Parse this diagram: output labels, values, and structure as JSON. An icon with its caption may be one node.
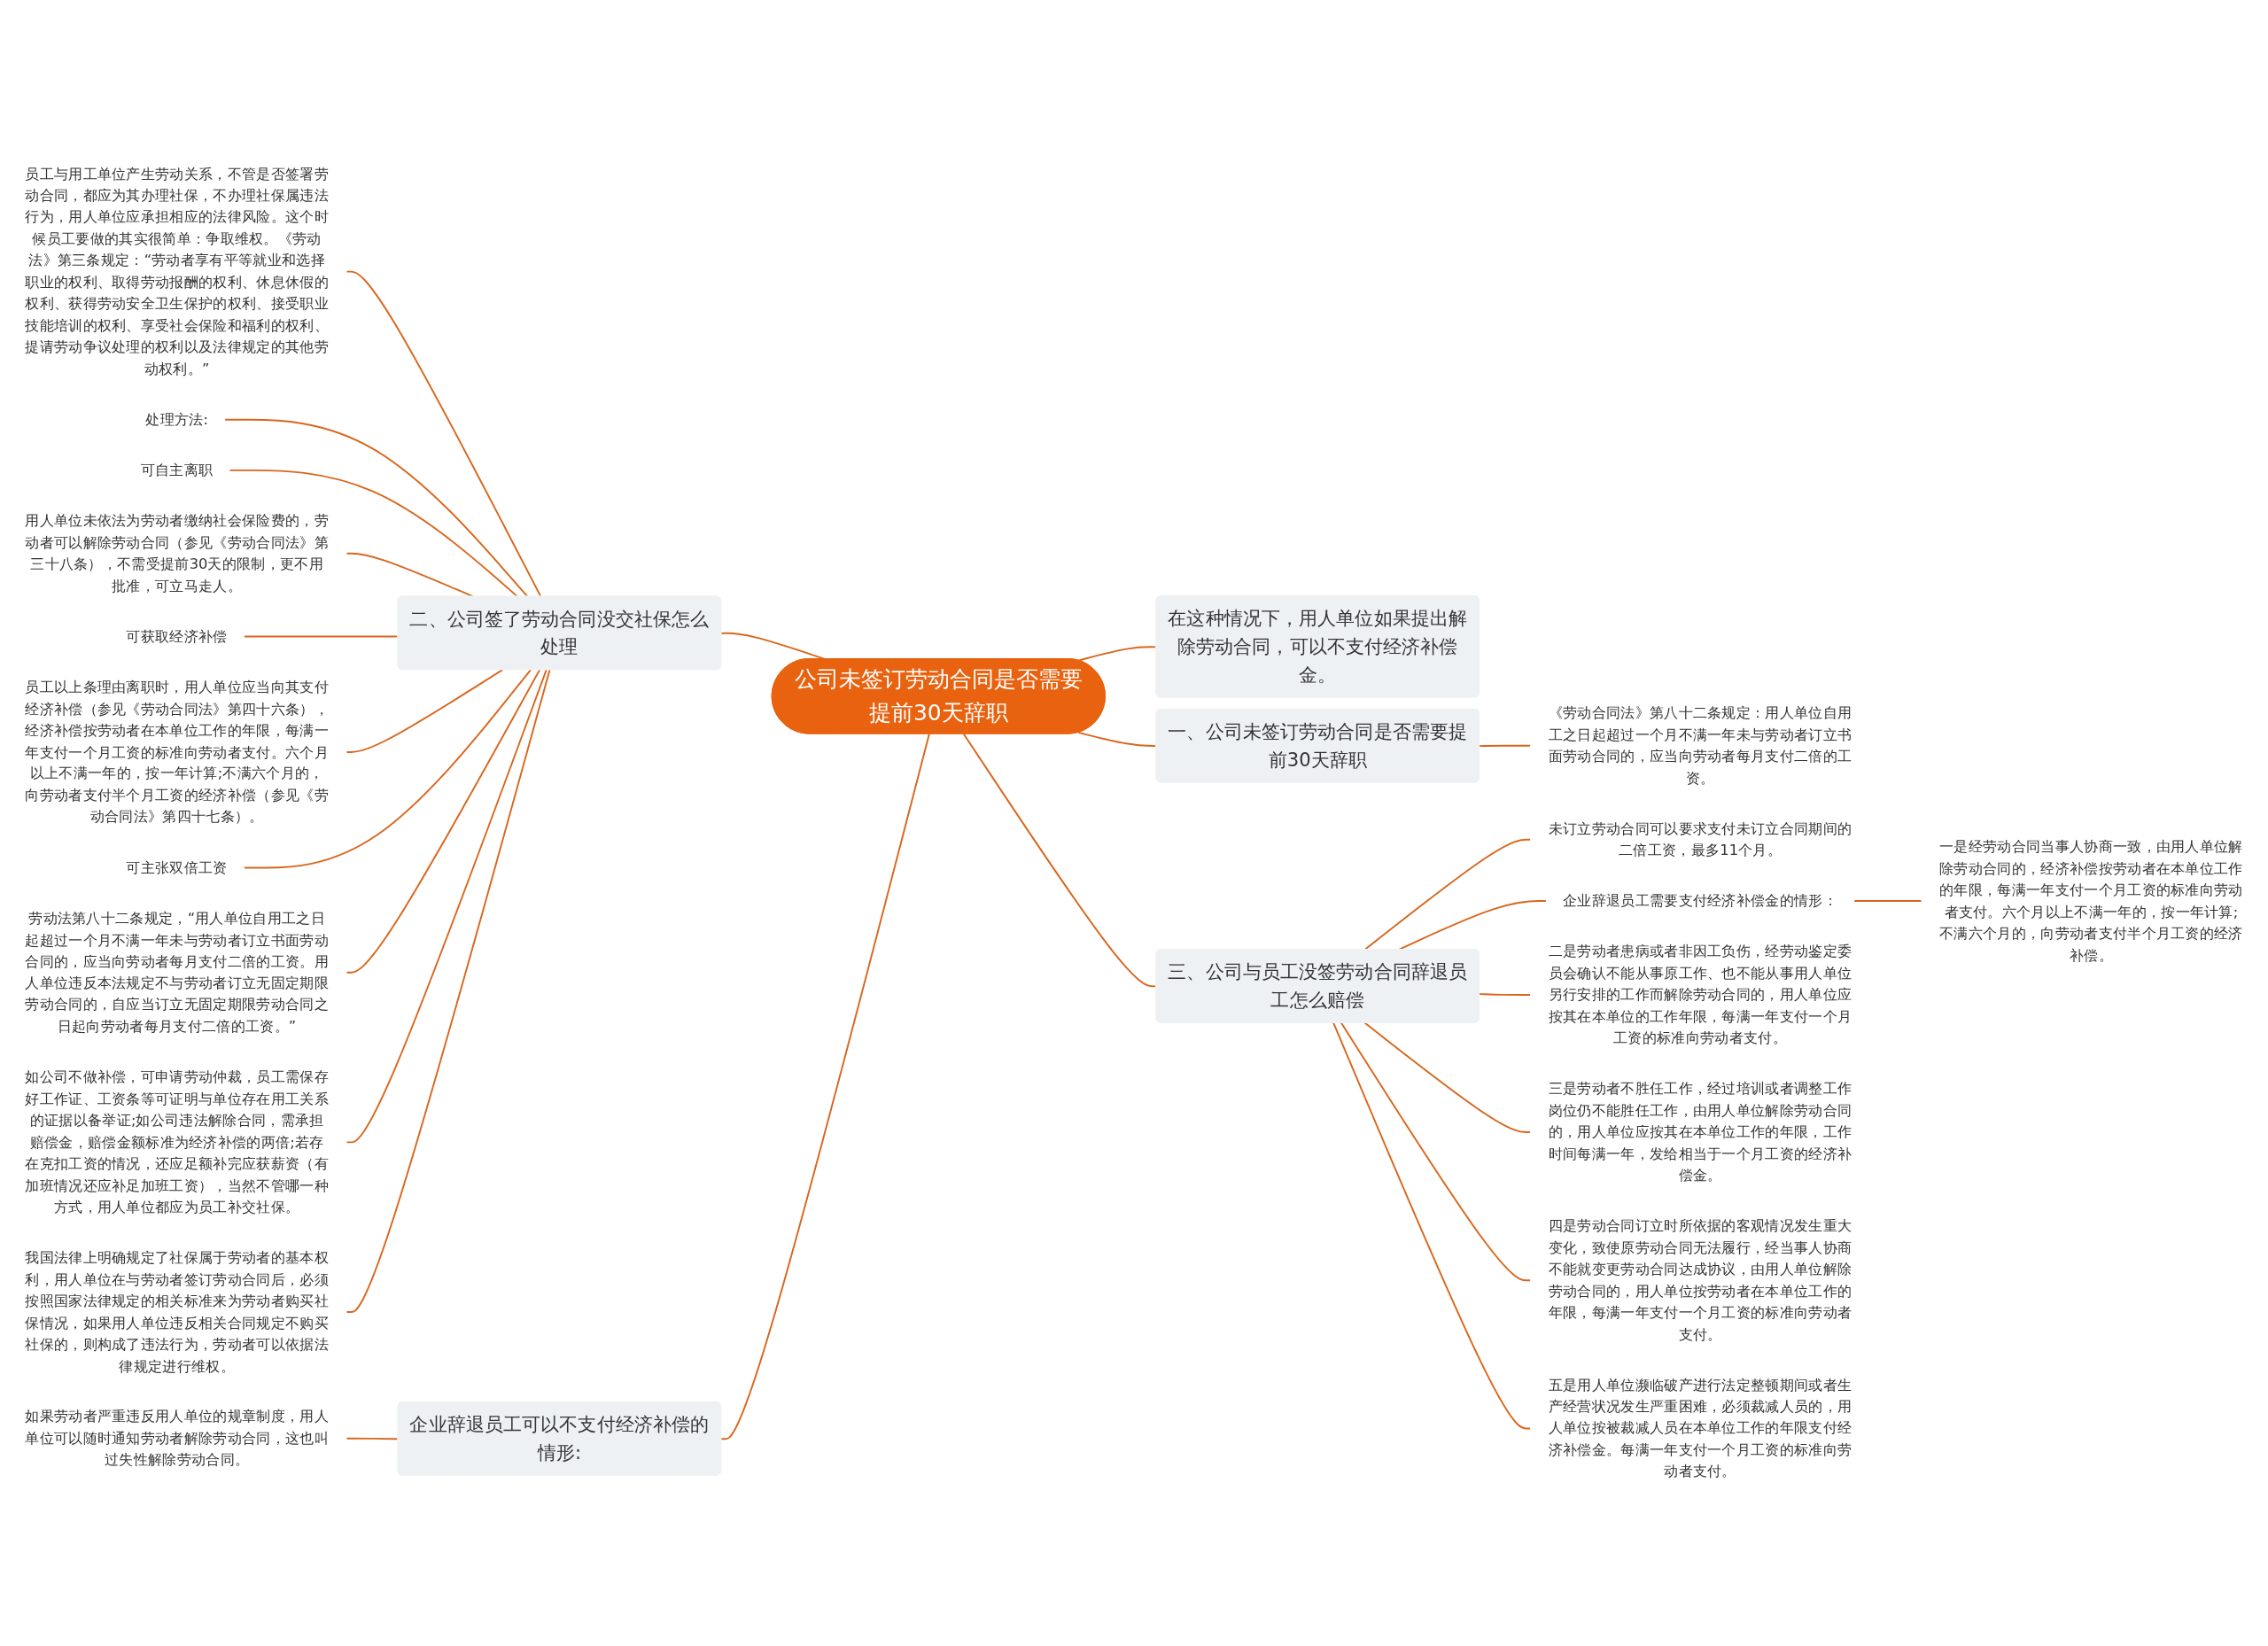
{
  "diagram": {
    "nodes": [
      {
        "text": [
          "公司未签订劳动合同是否需要提前30天辞职"
        ]
      },
      {
        "text": [
          "一、公司未签订劳动合同是否需要提前30天辞职"
        ]
      },
      {
        "text": [
          "《劳动合同法》第八十二条规定：用人单位自用工之日起超过一个月不满一年未与劳动者订立书面劳动合同的，应当向劳动者每月支付二倍的工资。"
        ]
      },
      {
        "text": [
          "二、公司签了劳动合同没交社保怎么处理"
        ]
      },
      {
        "text": [
          "员工与用工单位产生劳动关系，不管是否签署劳动合同，都应为其办理社保，不办理社保属违法行为，用人单位应承担相应的法律风险。这个时候员工要做的其实很简单：争取维权。《劳动法》第三条规定：“劳动者享有平等就业和选择职业的权利、取得劳动报酬的权利、休息休假的权利、获得劳动安全卫生保护的权利、接受职业技能培训的权利、享受社会保险和福利的权利、提请劳动争议处理的权利以及法律规定的其他劳动权利。”"
        ]
      },
      {
        "text": [
          "处理方法:"
        ]
      },
      {
        "text": [
          "可自主离职"
        ]
      },
      {
        "text": [
          "用人单位未依法为劳动者缴纳社会保险费的，劳动者可以解除劳动合同（参见《劳动合同法》第三十八条），不需受提前30天的限制，更不用批准，可立马走人。"
        ]
      },
      {
        "text": [
          "可获取经济补偿"
        ]
      },
      {
        "text": [
          "员工以上条理由离职时，用人单位应当向其支付经济补偿（参见《劳动合同法》第四十六条），经济补偿按劳动者在本单位工作的年限，每满一年支付一个月工资的标准向劳动者支付。六个月以上不满一年的，按一年计算;不满六个月的，向劳动者支付半个月工资的经济补偿（参见《劳动合同法》第四十七条）。"
        ]
      },
      {
        "text": [
          "可主张双倍工资"
        ]
      },
      {
        "text": [
          "劳动法第八十二条规定，“用人单位自用工之日起超过一个月不满一年未与劳动者订立书面劳动合同的，应当向劳动者每月支付二倍的工资。用人单位违反本法规定不与劳动者订立无固定期限劳动合同的，自应当订立无固定期限劳动合同之日起向劳动者每月支付二倍的工资。”"
        ]
      },
      {
        "text": [
          "如公司不做补偿，可申请劳动仲裁，员工需保存好工作证、工资条等可证明与单位存在用工关系的证据以备举证;如公司违法解除合同，需承担赔偿金，赔偿金额标准为经济补偿的两倍;若存在克扣工资的情况，还应足额补完应获薪资（有加班情况还应补足加班工资），当然不管哪一种方式，用人单位都应为员工补交社保。"
        ]
      },
      {
        "text": [
          "我国法律上明确规定了社保属于劳动者的基本权利，用人单位在与劳动者签订劳动合同后，必须按照国家法律规定的相关标准来为劳动者购买社保情况，如果用人单位违反相关合同规定不购买社保的，则构成了违法行为，劳动者可以依据法律规定进行维权。"
        ]
      },
      {
        "text": [
          "三、公司与员工没签劳动合同辞退员工怎么赔偿"
        ]
      },
      {
        "text": [
          "未订立劳动合同可以要求支付未订立合同期间的二倍工资，最多11个月。"
        ]
      },
      {
        "text": [
          "企业辞退员工需要支付经济补偿金的情形："
        ]
      },
      {
        "text": [
          "一是经劳动合同当事人协商一致，由用人单位解除劳动合同的，经济补偿按劳动者在本单位工作的年限，每满一年支付一个月工资的标准向劳动者支付。六个月以上不满一年的，按一年计算;不满六个月的，向劳动者支付半个月工资的经济补偿。"
        ]
      },
      {
        "text": [
          "二是劳动者患病或者非因工负伤，经劳动鉴定委员会确认不能从事原工作、也不能从事用人单位另行安排的工作而解除劳动合同的，用人单位应按其在本单位的工作年限，每满一年支付一个月工资的标准向劳动者支付。"
        ]
      },
      {
        "text": [
          "三是劳动者不胜任工作，经过培训或者调整工作岗位仍不能胜任工作，由用人单位解除劳动合同的，用人单位应按其在本单位工作的年限，工作时间每满一年，发给相当于一个月工资的经济补偿金。"
        ]
      },
      {
        "text": [
          "四是劳动合同订立时所依据的客观情况发生重大变化，致使原劳动合同无法履行，经当事人协商不能就变更劳动合同达成协议，由用人单位解除劳动合同的，用人单位按劳动者在本单位工作的年限，每满一年支付一个月工资的标准向劳动者支付。"
        ]
      },
      {
        "text": [
          "五是用人单位濒临破产进行法定整顿期间或者生产经营状况发生严重困难，必须裁减人员的，用人单位按被裁减人员在本单位工作的年限支付经济补偿金。每满一年支付一个月工资的标准向劳动者支付。"
        ]
      },
      {
        "text": [
          "企业辞退员工可以不支付经济补偿的情形:"
        ]
      },
      {
        "text": [
          "如果劳动者严重违反用人单位的规章制度，用人单位可以随时通知劳动者解除劳动合同，这也叫过失性解除劳动合同。"
        ]
      },
      {
        "text": [
          "在这种情况下，用人单位如果提出解除劳动合同，可以不支付经济补偿金。"
        ]
      }
    ],
    "edges": [
      {
        "from": 0,
        "to": 1,
        "arrow": "none"
      },
      {
        "from": 1,
        "to": 2,
        "arrow": "none"
      },
      {
        "from": 3,
        "to": 0,
        "arrow": "none"
      },
      {
        "from": 4,
        "to": 3,
        "arrow": "none"
      },
      {
        "from": 5,
        "to": 3,
        "arrow": "none"
      },
      {
        "from": 6,
        "to": 3,
        "arrow": "none"
      },
      {
        "from": 7,
        "to": 3,
        "arrow": "none"
      },
      {
        "from": 8,
        "to": 3,
        "arrow": "none"
      },
      {
        "from": 9,
        "to": 3,
        "arrow": "none"
      },
      {
        "from": 10,
        "to": 3,
        "arrow": "none"
      },
      {
        "from": 11,
        "to": 3,
        "arrow": "none"
      },
      {
        "from": 12,
        "to": 3,
        "arrow": "none"
      },
      {
        "from": 13,
        "to": 3,
        "arrow": "none"
      },
      {
        "from": 0,
        "to": 14,
        "arrow": "none"
      },
      {
        "from": 14,
        "to": 15,
        "arrow": "none"
      },
      {
        "from": 14,
        "to": 16,
        "arrow": "none"
      },
      {
        "from": 16,
        "to": 17,
        "arrow": "none"
      },
      {
        "from": 14,
        "to": 18,
        "arrow": "none"
      },
      {
        "from": 14,
        "to": 19,
        "arrow": "none"
      },
      {
        "from": 14,
        "to": 20,
        "arrow": "none"
      },
      {
        "from": 14,
        "to": 21,
        "arrow": "none"
      },
      {
        "from": 22,
        "to": 0,
        "arrow": "none"
      },
      {
        "from": 23,
        "to": 22,
        "arrow": "none"
      },
      {
        "from": 0,
        "to": 24,
        "arrow": "none"
      }
    ]
  }
}
